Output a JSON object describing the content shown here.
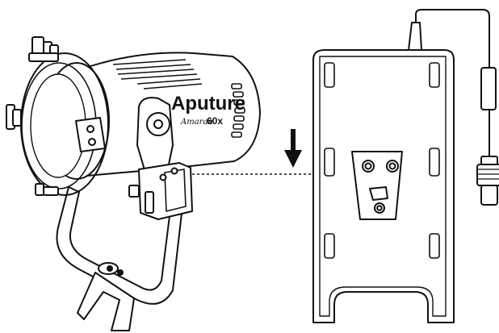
{
  "illustration": {
    "light": {
      "brand": "Aputure",
      "series": "Amaran",
      "model": "60x"
    },
    "icons": {
      "down_arrow": "arrow-down-icon",
      "mount_guide": "dashed-arrow-icon"
    },
    "colors": {
      "ink": "#111111",
      "background": "#ffffff"
    }
  }
}
